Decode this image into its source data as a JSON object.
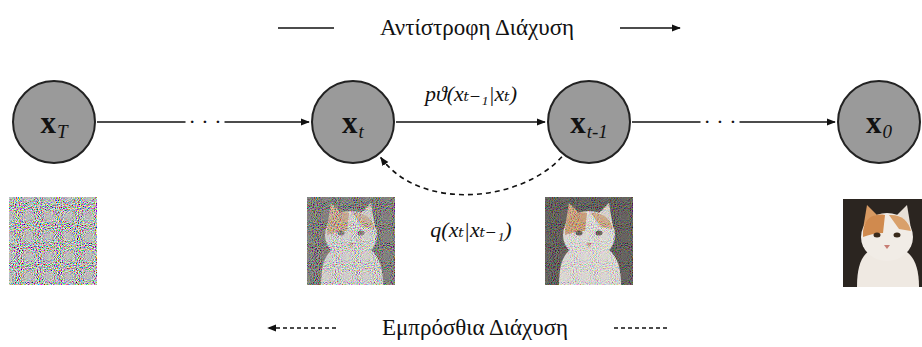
{
  "diagram": {
    "nodes": [
      {
        "text": [
          "x",
          "T"
        ]
      },
      {
        "text": [
          "x",
          "t"
        ]
      },
      {
        "text": [
          "x",
          "t-1"
        ]
      },
      {
        "text": [
          "x",
          "0"
        ]
      }
    ],
    "edges": [
      {
        "from": 0,
        "to": 1,
        "arrow": "to",
        "label": "· · ·"
      },
      {
        "from": 1,
        "to": 2,
        "arrow": "to",
        "label": "pϑ(xₜ₋₁|xₜ)"
      },
      {
        "from": 2,
        "to": 1,
        "arrow": "to",
        "label": "q(xₜ|xₜ₋₁)"
      },
      {
        "from": 2,
        "to": 3,
        "arrow": "to",
        "label": "· · ·"
      }
    ],
    "labels": [
      "Αντίστροφη Διάχυση",
      "Εμπρόσθια Διάχυση"
    ]
  }
}
